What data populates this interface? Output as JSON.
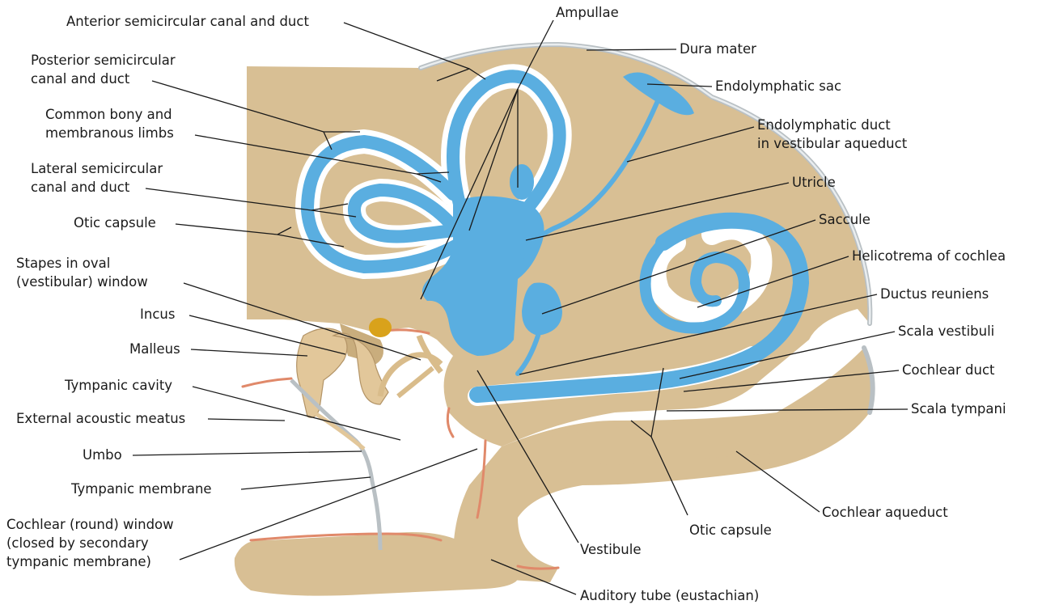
{
  "labels": {
    "anterior_canal": "Anterior semicircular canal and duct",
    "posterior_canal_1": "Posterior semicircular",
    "posterior_canal_2": "canal and duct",
    "common_limbs_1": "Common bony and",
    "common_limbs_2": "membranous limbs",
    "lateral_canal_1": "Lateral semicircular",
    "lateral_canal_2": "canal and duct",
    "otic_capsule_left": "Otic capsule",
    "stapes_1": "Stapes in oval",
    "stapes_2": "(vestibular) window",
    "incus": "Incus",
    "malleus": "Malleus",
    "tympanic_cavity": "Tympanic cavity",
    "external_meatus": "External acoustic meatus",
    "umbo": "Umbo",
    "tympanic_membrane": "Tympanic membrane",
    "round_window_1": "Cochlear (round) window",
    "round_window_2": "(closed by secondary",
    "round_window_3": "tympanic membrane)",
    "ampullae": "Ampullae",
    "dura_mater": "Dura mater",
    "endolymphatic_sac": "Endolymphatic sac",
    "endolymphatic_duct_1": "Endolymphatic duct",
    "endolymphatic_duct_2": "in vestibular aqueduct",
    "utricle": "Utricle",
    "saccule": "Saccule",
    "helicotrema": "Helicotrema of cochlea",
    "ductus_reuniens": "Ductus reuniens",
    "scala_vestibuli": "Scala vestibuli",
    "cochlear_duct": "Cochlear duct",
    "scala_tympani": "Scala tympani",
    "cochlear_aqueduct": "Cochlear aqueduct",
    "otic_capsule_bottom": "Otic capsule",
    "vestibule": "Vestibule",
    "auditory_tube": "Auditory tube (eustachian)"
  },
  "colors": {
    "bone": "#d8bf94",
    "endolymph": "#5aaee0",
    "dura": "#b9c0c4",
    "mucosa": "#e0896a",
    "ossicle": "#e2c79a",
    "nerve_dot": "#d9a21b"
  }
}
